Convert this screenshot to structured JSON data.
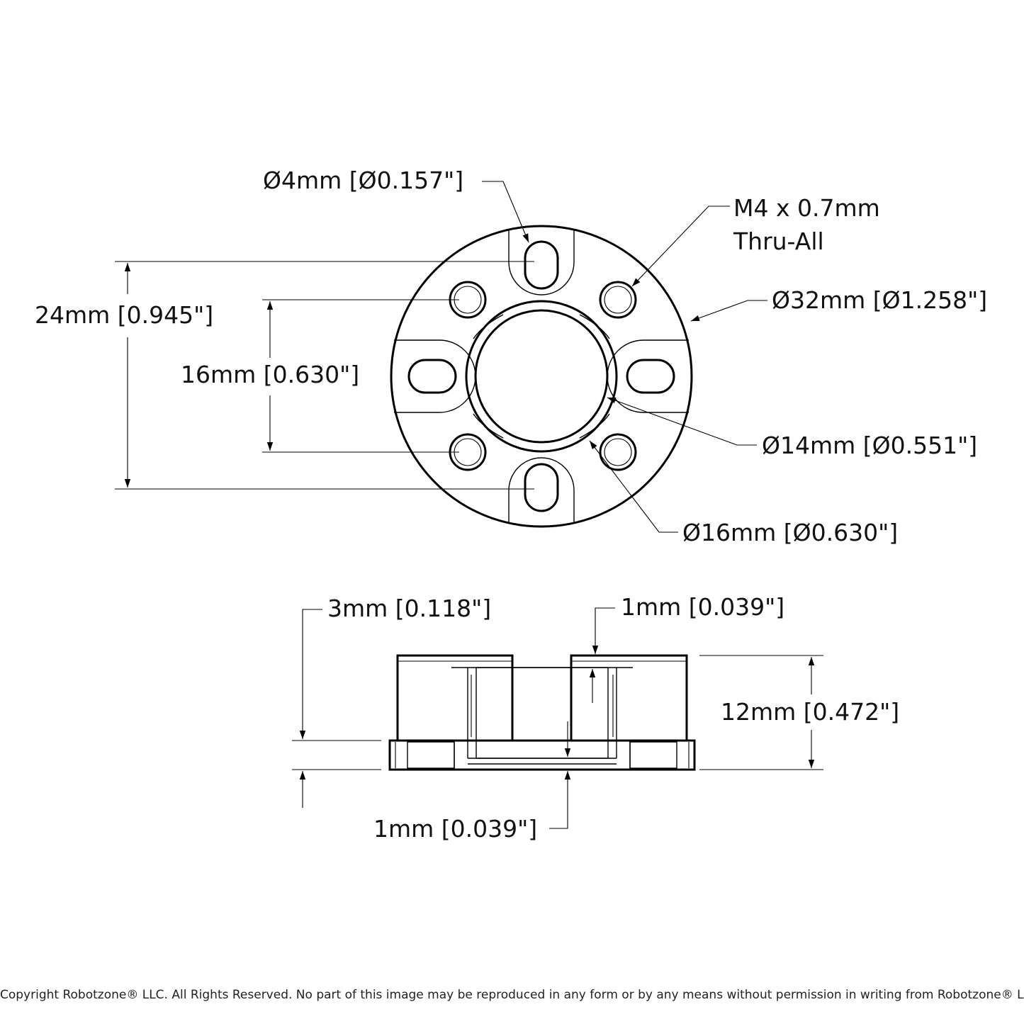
{
  "top_view": {
    "counterbore_hole": "Ø4mm [Ø0.157\"]",
    "thread_line1": "M4 x 0.7mm",
    "thread_line2": "Thru-All",
    "outer_diameter": "Ø32mm [Ø1.258\"]",
    "bolt_spacing_outer": "24mm [0.945\"]",
    "bolt_spacing_inner": "16mm [0.630\"]",
    "bore_diameter": "Ø14mm [Ø0.551\"]",
    "hub_diameter": "Ø16mm [Ø0.630\"]"
  },
  "side_view": {
    "flange_thickness": "3mm [0.118\"]",
    "top_step": "1mm [0.039\"]",
    "overall_height": "12mm [0.472\"]",
    "bottom_step": "1mm [0.039\"]"
  },
  "footer": {
    "copyright": "Copyright Robotzone® LLC.  All Rights Reserved. No part of this image may be reproduced in any form or by any means without permission in writing from Robotzone® LLC."
  }
}
